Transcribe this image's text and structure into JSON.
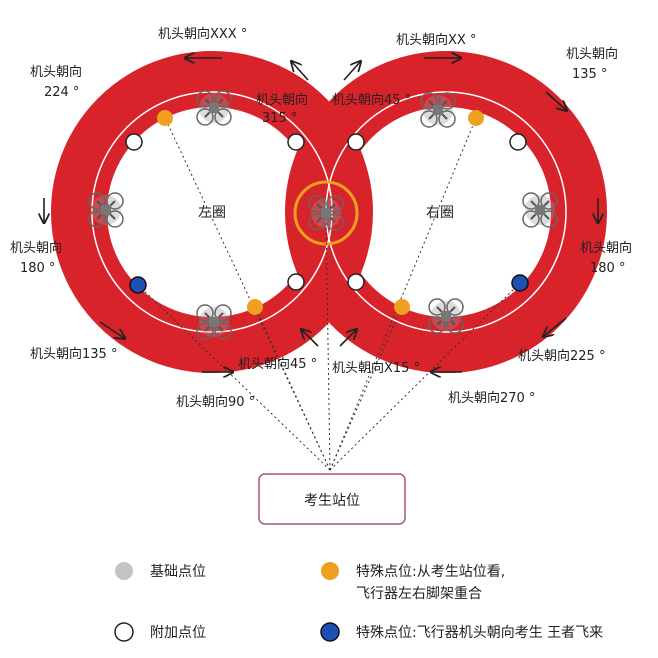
{
  "colors": {
    "ring": "#d8232a",
    "track": "#ffffff",
    "orange": "#f0a020",
    "blue": "#1e4fb5",
    "gray": "#c4c4c4",
    "station_border": "#a8567c",
    "highlight": "#f0a020"
  },
  "loops": {
    "left": "左圈",
    "right": "右圈"
  },
  "station": "考生站位",
  "labels": {
    "l_top": "机头朝向XXX °",
    "l_upper_left_1": "机头朝向",
    "l_upper_left_2": "224 °",
    "l_inner_1": "机头朝向",
    "l_inner_2": "315 °",
    "l_left_1": "机头朝向",
    "l_left_2": "180 °",
    "l_lower_left": "机头朝向135 °",
    "l_bottom_mid": "机头朝向45 °",
    "l_bottom": "机头朝向90 °",
    "r_top": "机头朝向XX °",
    "r_inner": "机头朝向45 °",
    "r_upper_right_1": "机头朝向",
    "r_upper_right_2": "135 °",
    "r_right_1": "机头朝向",
    "r_right_2": "180 °",
    "r_lower_right": "机头朝向225 °",
    "r_bottom_mid": "机头朝向X15 °",
    "r_bottom": "机头朝向270 °"
  },
  "legend": {
    "basic": "基础点位",
    "extra": "附加点位",
    "special1_line1": "特殊点位:从考生站位看,",
    "special1_line2": "飞行器左右脚架重合",
    "special2": "特殊点位:飞行器机头朝向考生 王者飞来"
  },
  "icons": {
    "drone": "quadcopter-icon",
    "arrow": "direction-arrow-icon"
  }
}
